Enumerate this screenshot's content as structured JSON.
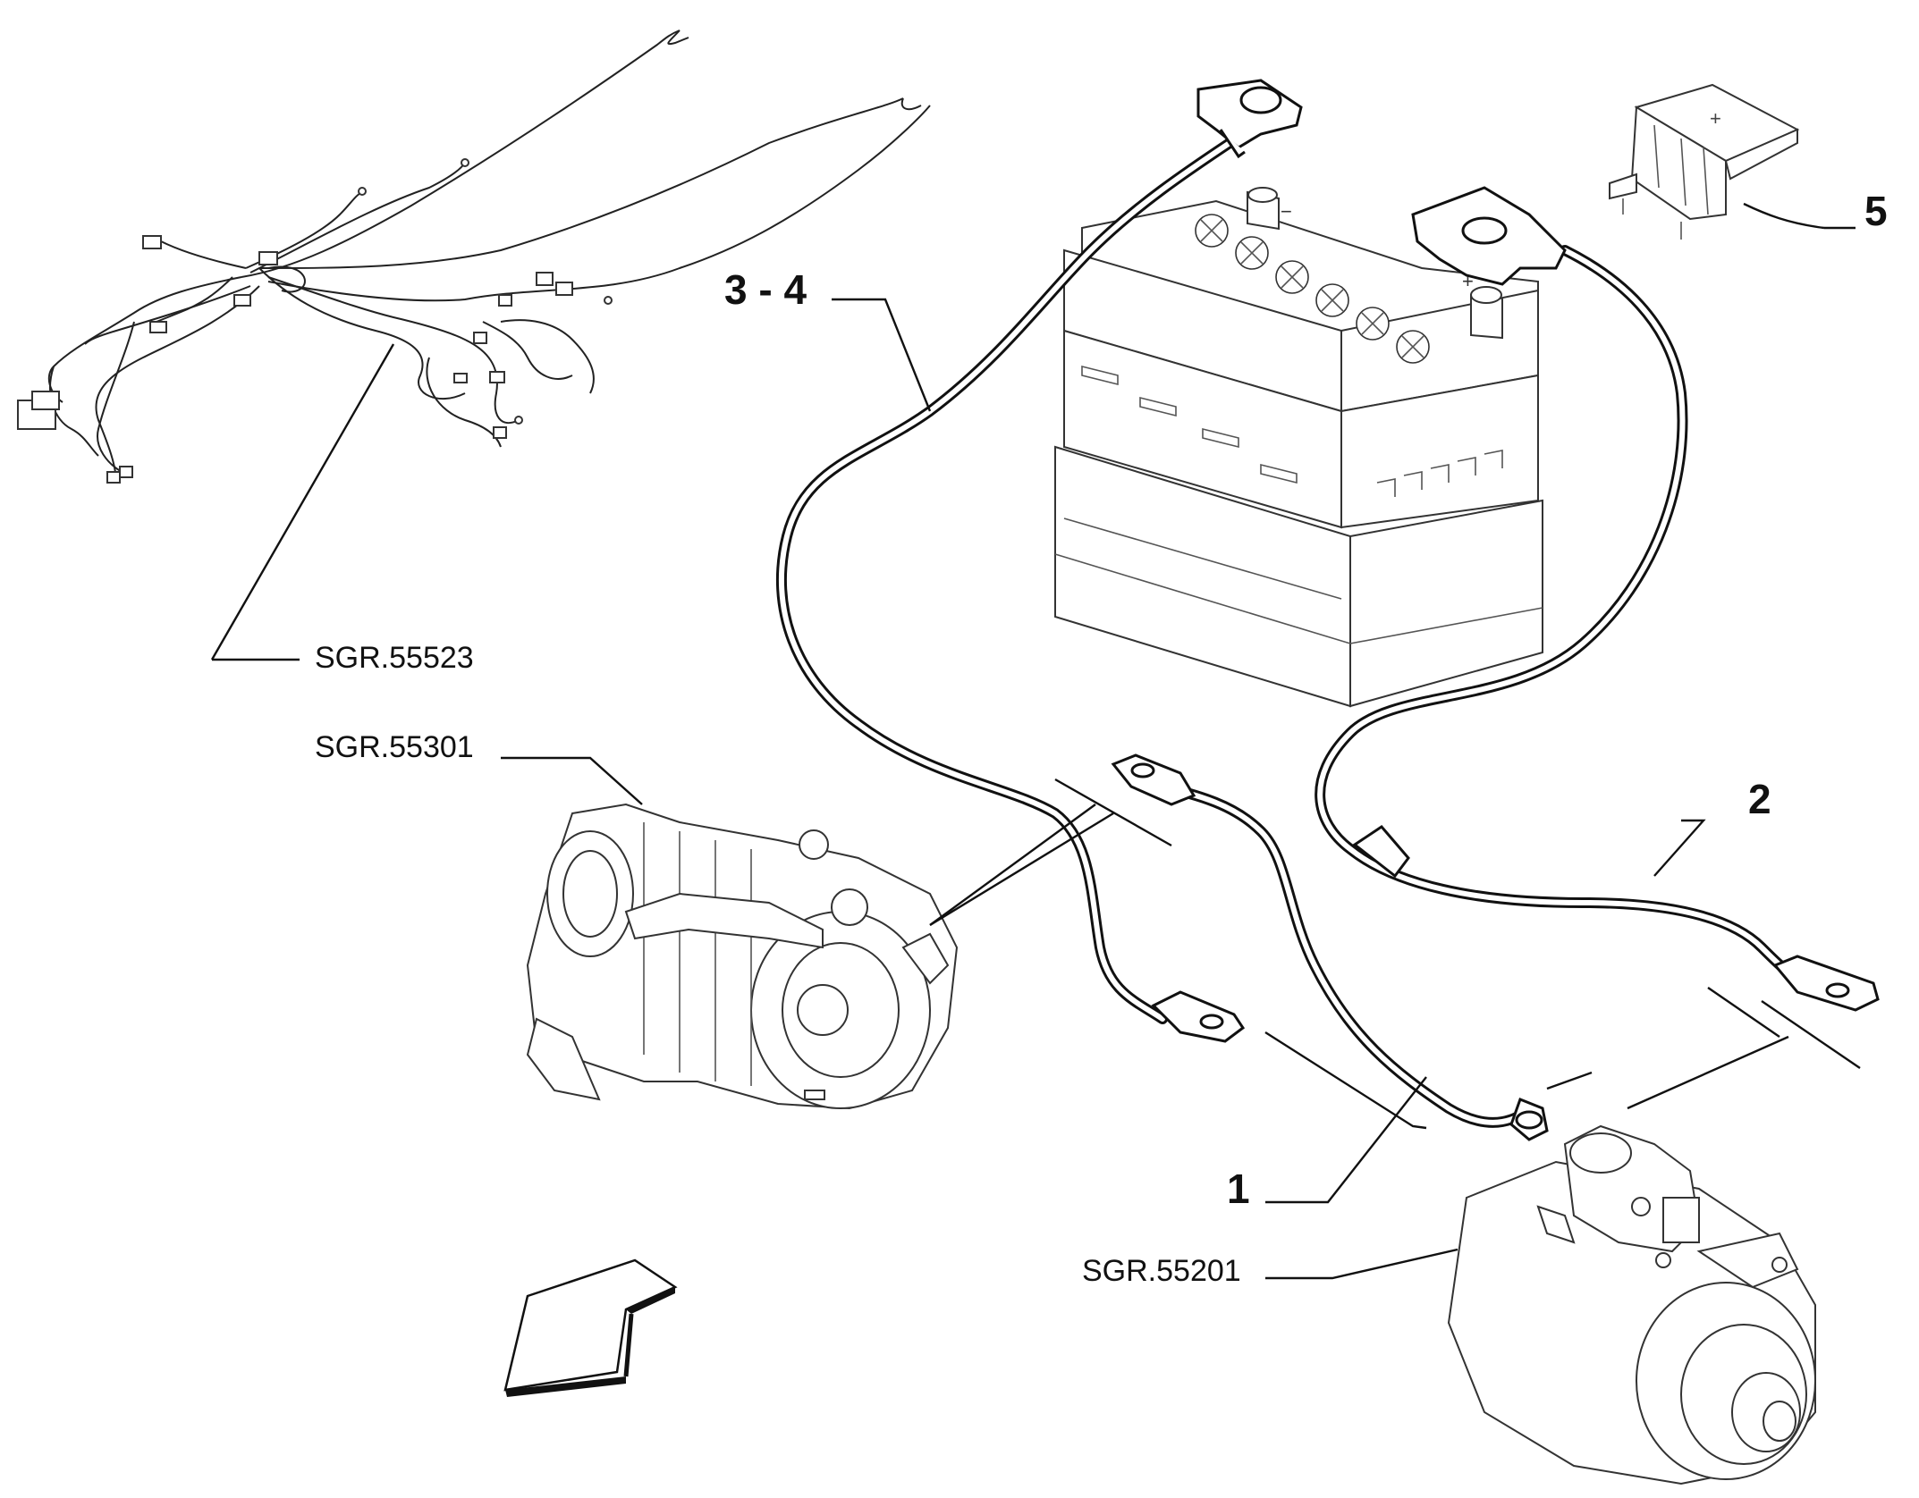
{
  "callouts": {
    "c1": "1",
    "c2": "2",
    "c34": "3 - 4",
    "c5": "5"
  },
  "references": {
    "harness": "SGR.55523",
    "alternator": "SGR.55301",
    "starter": "SGR.55201"
  },
  "colors": {
    "line": "#111111",
    "background": "#ffffff"
  }
}
